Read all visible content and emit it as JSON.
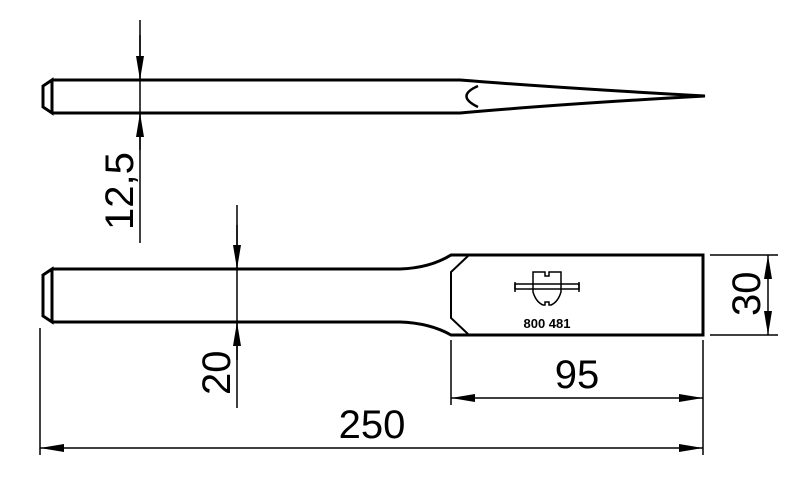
{
  "title": "Chisel technical drawing",
  "dimensions": {
    "point_chisel_diameter": "12,5",
    "flat_chisel_shank": "20",
    "blade_width": "30",
    "blade_length": "95",
    "overall_length": "250"
  },
  "blade_marking": "800 481",
  "colors": {
    "line": "#000000",
    "background": "#ffffff"
  }
}
